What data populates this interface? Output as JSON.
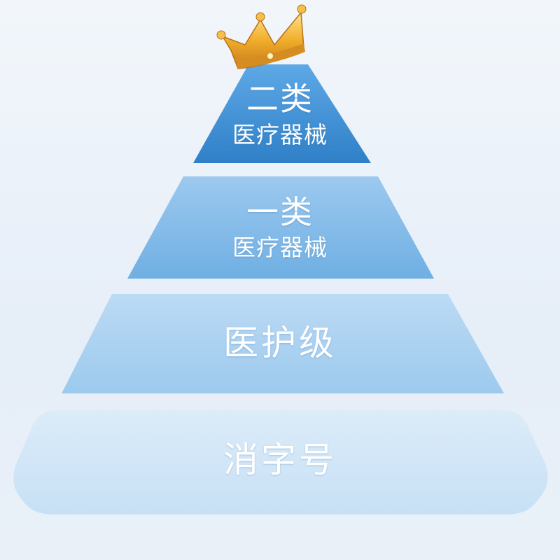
{
  "pyramid": {
    "tiers": [
      {
        "lines": [
          "二类",
          "医疗器械"
        ],
        "color": "#3f8fd4",
        "color_light": "#5aa3e0"
      },
      {
        "lines": [
          "一类",
          "医疗器械"
        ],
        "color": "#7fb6e6",
        "color_light": "#92c3ec"
      },
      {
        "lines": [
          "医护级"
        ],
        "color": "#a9d0f0",
        "color_light": "#b8d8f3"
      },
      {
        "lines": [
          "消字号"
        ],
        "color": "#cfe4f6",
        "color_light": "#d9eaf8"
      }
    ],
    "crown_icon": "crown-icon",
    "crown_color": "#e9a21f"
  }
}
